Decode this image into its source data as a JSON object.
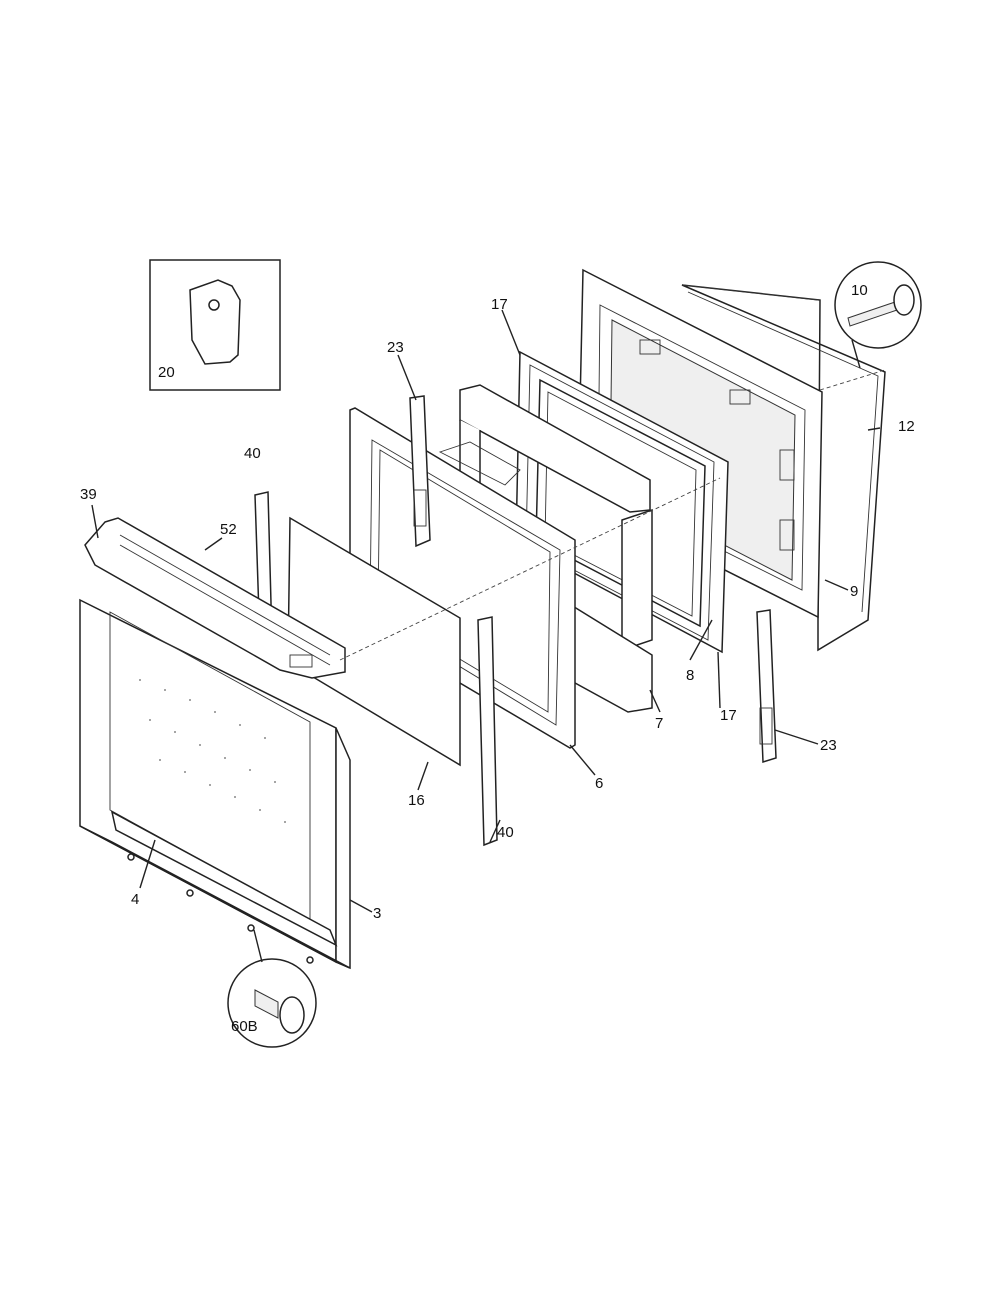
{
  "callouts": {
    "c3": "3",
    "c4": "4",
    "c6": "6",
    "c7": "7",
    "c8": "8",
    "c9": "9",
    "c10": "10",
    "c12": "12",
    "c16": "16",
    "c17_top": "17",
    "c17_bottom": "17",
    "c20": "20",
    "c23_top": "23",
    "c23_bottom": "23",
    "c39": "39",
    "c40_top": "40",
    "c40_bottom": "40",
    "c52": "52",
    "c60b": "60B"
  }
}
